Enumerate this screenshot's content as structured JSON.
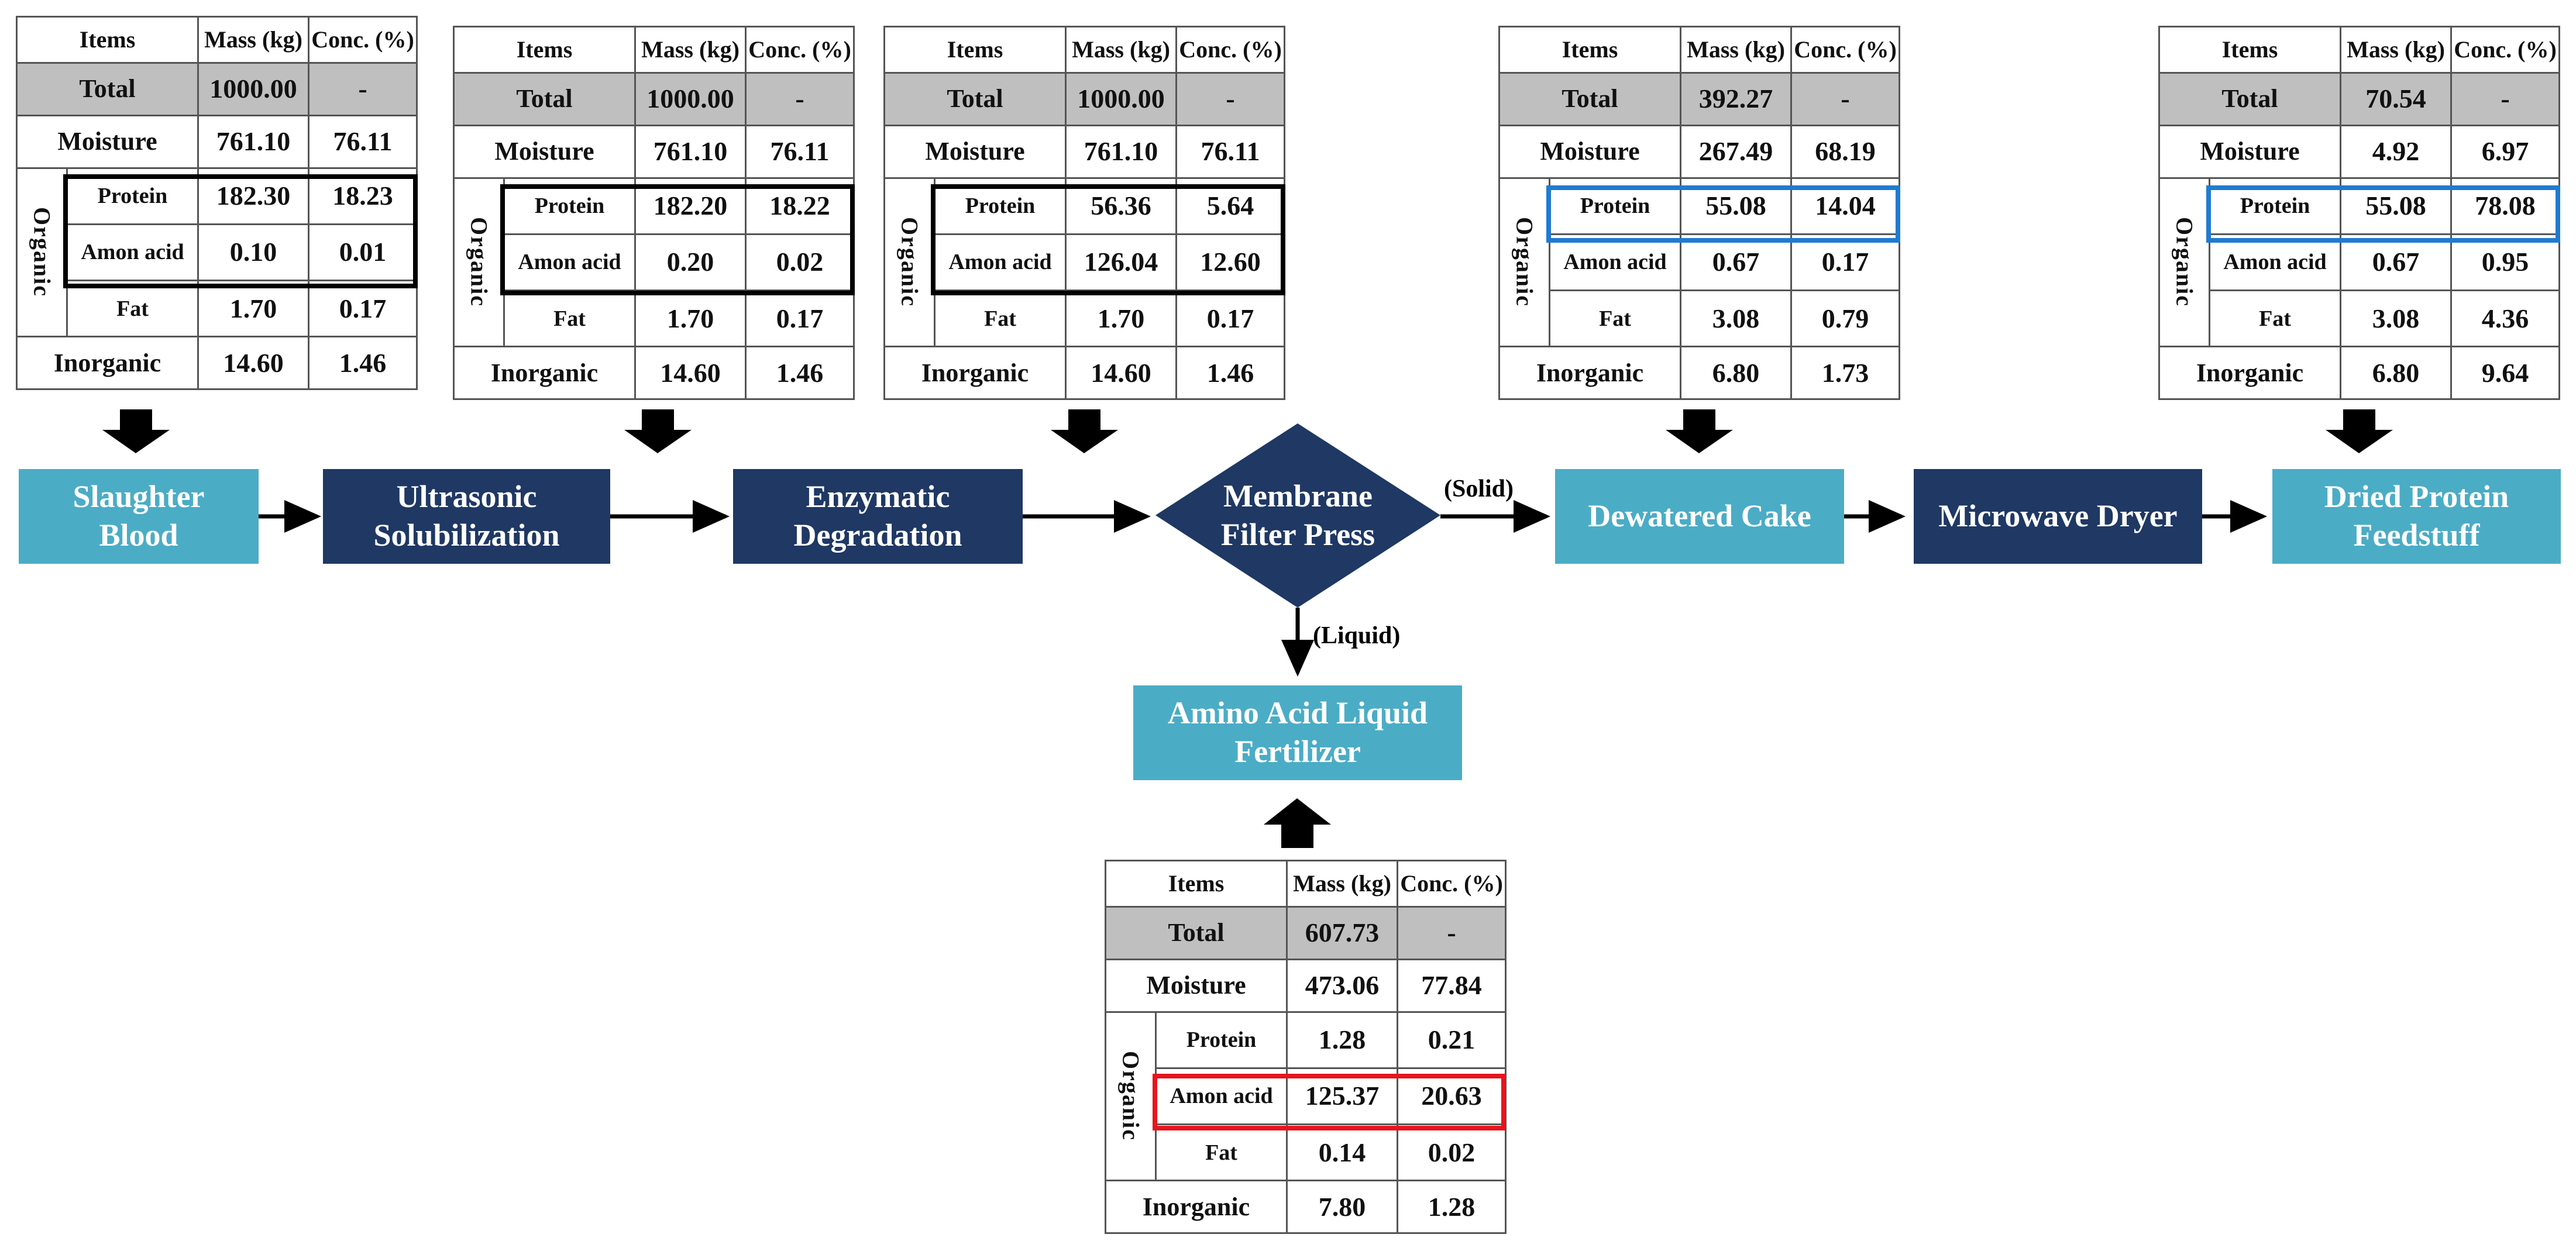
{
  "columns": {
    "items": "Items",
    "mass": "Mass (kg)",
    "conc": "Conc. (%)",
    "organic": "Organic"
  },
  "tables": {
    "slaughter_blood": {
      "total": {
        "label": "Total",
        "mass": "1000.00",
        "conc": "-"
      },
      "moisture": {
        "label": "Moisture",
        "mass": "761.10",
        "conc": "76.11"
      },
      "protein": {
        "label": "Protein",
        "mass": "182.30",
        "conc": "18.23"
      },
      "amon_acid": {
        "label": "Amon acid",
        "mass": "0.10",
        "conc": "0.01"
      },
      "fat": {
        "label": "Fat",
        "mass": "1.70",
        "conc": "0.17"
      },
      "inorganic": {
        "label": "Inorganic",
        "mass": "14.60",
        "conc": "1.46"
      }
    },
    "ultrasonic": {
      "total": {
        "label": "Total",
        "mass": "1000.00",
        "conc": "-"
      },
      "moisture": {
        "label": "Moisture",
        "mass": "761.10",
        "conc": "76.11"
      },
      "protein": {
        "label": "Protein",
        "mass": "182.20",
        "conc": "18.22"
      },
      "amon_acid": {
        "label": "Amon acid",
        "mass": "0.20",
        "conc": "0.02"
      },
      "fat": {
        "label": "Fat",
        "mass": "1.70",
        "conc": "0.17"
      },
      "inorganic": {
        "label": "Inorganic",
        "mass": "14.60",
        "conc": "1.46"
      }
    },
    "enzymatic": {
      "total": {
        "label": "Total",
        "mass": "1000.00",
        "conc": "-"
      },
      "moisture": {
        "label": "Moisture",
        "mass": "761.10",
        "conc": "76.11"
      },
      "protein": {
        "label": "Protein",
        "mass": "56.36",
        "conc": "5.64"
      },
      "amon_acid": {
        "label": "Amon acid",
        "mass": "126.04",
        "conc": "12.60"
      },
      "fat": {
        "label": "Fat",
        "mass": "1.70",
        "conc": "0.17"
      },
      "inorganic": {
        "label": "Inorganic",
        "mass": "14.60",
        "conc": "1.46"
      }
    },
    "dewatered": {
      "total": {
        "label": "Total",
        "mass": "392.27",
        "conc": "-"
      },
      "moisture": {
        "label": "Moisture",
        "mass": "267.49",
        "conc": "68.19"
      },
      "protein": {
        "label": "Protein",
        "mass": "55.08",
        "conc": "14.04"
      },
      "amon_acid": {
        "label": "Amon acid",
        "mass": "0.67",
        "conc": "0.17"
      },
      "fat": {
        "label": "Fat",
        "mass": "3.08",
        "conc": "0.79"
      },
      "inorganic": {
        "label": "Inorganic",
        "mass": "6.80",
        "conc": "1.73"
      }
    },
    "dried": {
      "total": {
        "label": "Total",
        "mass": "70.54",
        "conc": "-"
      },
      "moisture": {
        "label": "Moisture",
        "mass": "4.92",
        "conc": "6.97"
      },
      "protein": {
        "label": "Protein",
        "mass": "55.08",
        "conc": "78.08"
      },
      "amon_acid": {
        "label": "Amon acid",
        "mass": "0.67",
        "conc": "0.95"
      },
      "fat": {
        "label": "Fat",
        "mass": "3.08",
        "conc": "4.36"
      },
      "inorganic": {
        "label": "Inorganic",
        "mass": "6.80",
        "conc": "9.64"
      }
    },
    "liquid": {
      "total": {
        "label": "Total",
        "mass": "607.73",
        "conc": "-"
      },
      "moisture": {
        "label": "Moisture",
        "mass": "473.06",
        "conc": "77.84"
      },
      "protein": {
        "label": "Protein",
        "mass": "1.28",
        "conc": "0.21"
      },
      "amon_acid": {
        "label": "Amon acid",
        "mass": "125.37",
        "conc": "20.63"
      },
      "fat": {
        "label": "Fat",
        "mass": "0.14",
        "conc": "0.02"
      },
      "inorganic": {
        "label": "Inorganic",
        "mass": "7.80",
        "conc": "1.28"
      }
    }
  },
  "process": {
    "slaughter_blood": [
      "Slaughter",
      "Blood"
    ],
    "ultrasonic": [
      "Ultrasonic",
      "Solubilization"
    ],
    "enzymatic": [
      "Enzymatic",
      "Degradation"
    ],
    "membrane": [
      "Membrane",
      "Filter Press"
    ],
    "dewatered": [
      "Dewatered Cake"
    ],
    "microwave": [
      "Microwave Dryer"
    ],
    "dried": [
      "Dried Protein",
      "Feedstuff"
    ],
    "amino_liquid": [
      "Amino Acid Liquid",
      "Fertilizer"
    ]
  },
  "flow_labels": {
    "solid": "(Solid)",
    "liquid": "(Liquid)"
  },
  "colors": {
    "light_box": "#4bacc6",
    "dark_box": "#1f3864",
    "highlight_black": "#000000",
    "highlight_blue": "#1f7bd1",
    "highlight_red": "#e8141d",
    "total_row": "#bfbfbf"
  }
}
